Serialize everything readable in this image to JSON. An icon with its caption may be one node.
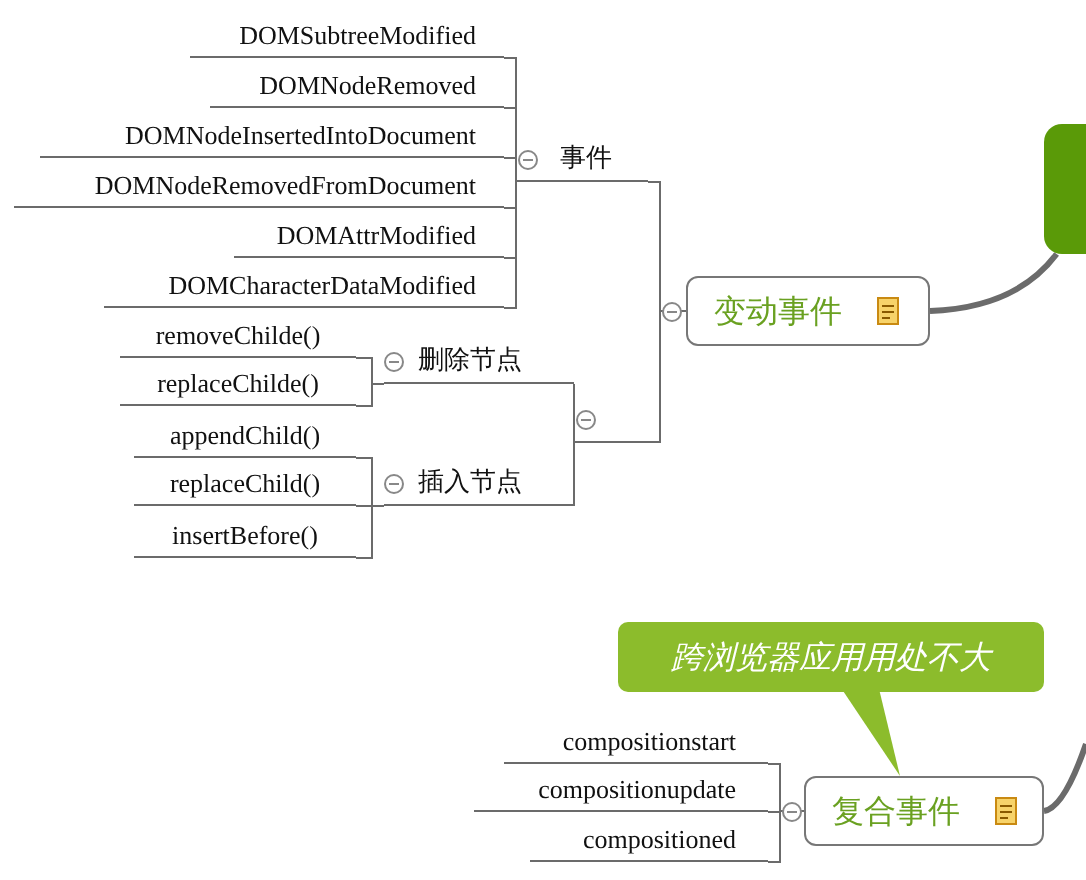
{
  "diagram": {
    "nodes": [
      {
        "text": [],
        "shape": "box"
      },
      {
        "text": [
          "变动事件"
        ]
      },
      {
        "text": [
          "事件"
        ]
      },
      {
        "text": [
          "DOMSubtreeModified"
        ]
      },
      {
        "text": [
          "DOMNodeRemoved"
        ]
      },
      {
        "text": [
          "DOMNodeInsertedIntoDocument"
        ]
      },
      {
        "text": [
          "DOMNodeRemovedFromDocument"
        ]
      },
      {
        "text": [
          "DOMAttrModified"
        ]
      },
      {
        "text": [
          "DOMCharacterDataModified"
        ]
      },
      {
        "text": [
          "删除节点"
        ]
      },
      {
        "text": [
          "removeChilde()"
        ]
      },
      {
        "text": [
          "replaceChilde()"
        ]
      },
      {
        "text": [
          "插入节点"
        ]
      },
      {
        "text": [
          "appendChild()"
        ]
      },
      {
        "text": [
          "replaceChild()"
        ]
      },
      {
        "text": [
          "insertBefore()"
        ]
      },
      {
        "text": [
          "复合事件"
        ]
      },
      {
        "text": [
          "跨浏览器应用用处不大"
        ]
      },
      {
        "text": [
          "compositionstart"
        ]
      },
      {
        "text": [
          "compositionupdate"
        ]
      },
      {
        "text": [
          "compositioned"
        ]
      }
    ],
    "edges": [
      {
        "from": 0,
        "to": 1,
        "arrow": "none",
        "style": "thick"
      },
      {
        "from": 1,
        "to": 2,
        "arrow": "none"
      },
      {
        "from": 1,
        "to": 9,
        "arrow": "none"
      },
      {
        "from": 1,
        "to": 12,
        "arrow": "none"
      },
      {
        "from": 2,
        "to": 3,
        "arrow": "none"
      },
      {
        "from": 2,
        "to": 4,
        "arrow": "none"
      },
      {
        "from": 2,
        "to": 5,
        "arrow": "none"
      },
      {
        "from": 2,
        "to": 6,
        "arrow": "none"
      },
      {
        "from": 2,
        "to": 7,
        "arrow": "none"
      },
      {
        "from": 2,
        "to": 8,
        "arrow": "none"
      },
      {
        "from": 9,
        "to": 10,
        "arrow": "none"
      },
      {
        "from": 9,
        "to": 11,
        "arrow": "none"
      },
      {
        "from": 12,
        "to": 13,
        "arrow": "none"
      },
      {
        "from": 12,
        "to": 14,
        "arrow": "none"
      },
      {
        "from": 12,
        "to": 15,
        "arrow": "none"
      },
      {
        "from": null,
        "to": 16,
        "arrow": "none",
        "style": "thick"
      },
      {
        "from": 17,
        "to": 16,
        "arrow": "to",
        "color": "#8cbc2c"
      },
      {
        "from": 16,
        "to": 18,
        "arrow": "none"
      },
      {
        "from": 16,
        "to": 19,
        "arrow": "none"
      },
      {
        "from": 16,
        "to": 20,
        "arrow": "none"
      }
    ]
  }
}
